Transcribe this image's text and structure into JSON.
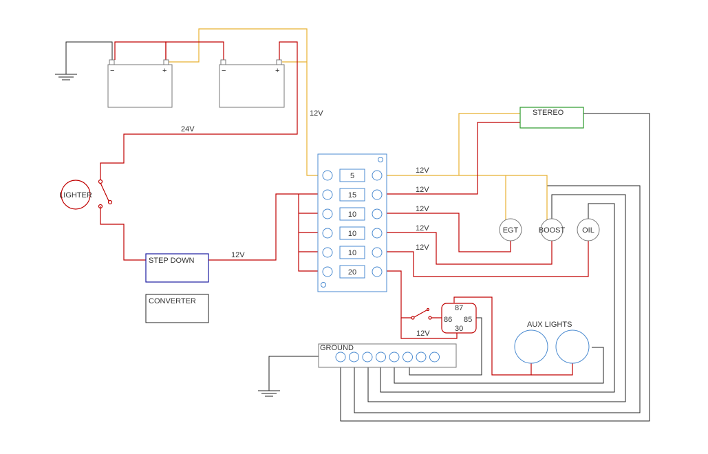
{
  "colors": {
    "wire_power": "#c00000",
    "wire_accessory": "#e8b030",
    "wire_ground": "#222222",
    "fuse_panel": "#4a8ad0",
    "step_down_box": "#1a1aa0",
    "stereo_box": "#2a9a2a",
    "lighter": "#c00000",
    "outline": "#777777"
  },
  "batteries": {
    "neg_symbol": "−",
    "pos_symbol": "+"
  },
  "voltage_labels": {
    "battery_12v": "12V",
    "supply_24v": "24V",
    "stepdown_out": "12V",
    "relay_feed": "12V",
    "fuse_outputs": [
      "12V",
      "12V",
      "12V",
      "12V",
      "12V"
    ]
  },
  "lighter": {
    "label": "LIGHTER"
  },
  "step_down": {
    "label": "STEP DOWN"
  },
  "converter": {
    "label": "CONVERTER"
  },
  "stereo": {
    "label": "STEREO"
  },
  "fuses": [
    "5",
    "15",
    "10",
    "10",
    "10",
    "20"
  ],
  "gauges": {
    "egt": "EGT",
    "boost": "BOOST",
    "oil": "OIL"
  },
  "relay": {
    "pin_87": "87",
    "pin_86": "86",
    "pin_85": "85",
    "pin_30": "30"
  },
  "aux_lights": {
    "label": "AUX LIGHTS"
  },
  "ground_bus": {
    "label": "GROUND"
  }
}
